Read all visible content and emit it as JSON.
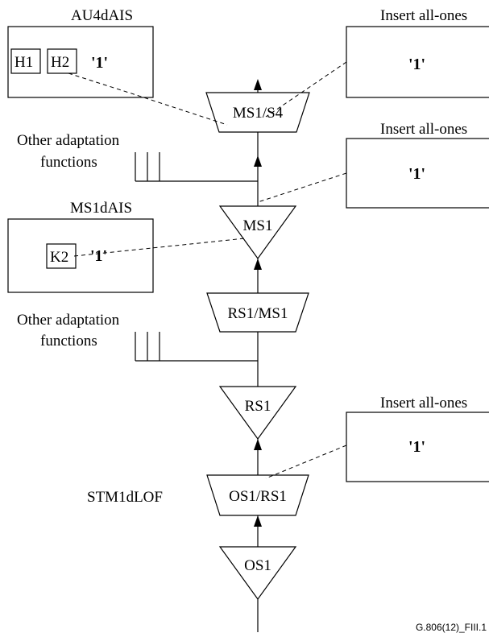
{
  "blocks": {
    "ms1_s4": "MS1/S4",
    "ms1": "MS1",
    "rs1_ms1": "RS1/MS1",
    "rs1": "RS1",
    "os1_rs1": "OS1/RS1",
    "os1": "OS1"
  },
  "labels": {
    "au4dais": "AU4dAIS",
    "ms1dais": "MS1dAIS",
    "stm1dlof": "STM1dLOF",
    "insert_all_ones_1": "Insert all-ones",
    "insert_all_ones_2": "Insert all-ones",
    "insert_all_ones_3": "Insert all-ones",
    "other_adaptation_1a": "Other adaptation",
    "other_adaptation_1b": "functions",
    "other_adaptation_2a": "Other adaptation",
    "other_adaptation_2b": "functions"
  },
  "bytes": {
    "h1": "H1",
    "h2": "H2",
    "k2": "K2",
    "ones_au4": "'1'",
    "ones_ms1": "'1'",
    "ones_insert_1": "'1'",
    "ones_insert_2": "'1'",
    "ones_insert_3": "'1'"
  },
  "figure_id": "G.806(12)_FIII.1"
}
